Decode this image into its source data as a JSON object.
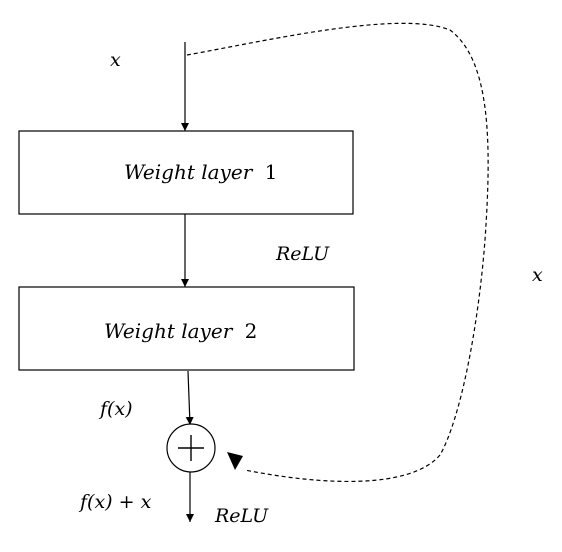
{
  "diagram": {
    "input_label": "x",
    "skip_label": "x",
    "layer1": {
      "name": "Weight layer",
      "index": "1"
    },
    "layer2": {
      "name": "Weight layer",
      "index": "2"
    },
    "activation_mid": "ReLU",
    "activation_out": "ReLU",
    "residual_label": "f(x)",
    "sum_label": "f(x) + x",
    "colors": {
      "stroke": "#000000",
      "background": "#ffffff"
    },
    "icons": {
      "add_node": "circled-plus-icon"
    }
  }
}
